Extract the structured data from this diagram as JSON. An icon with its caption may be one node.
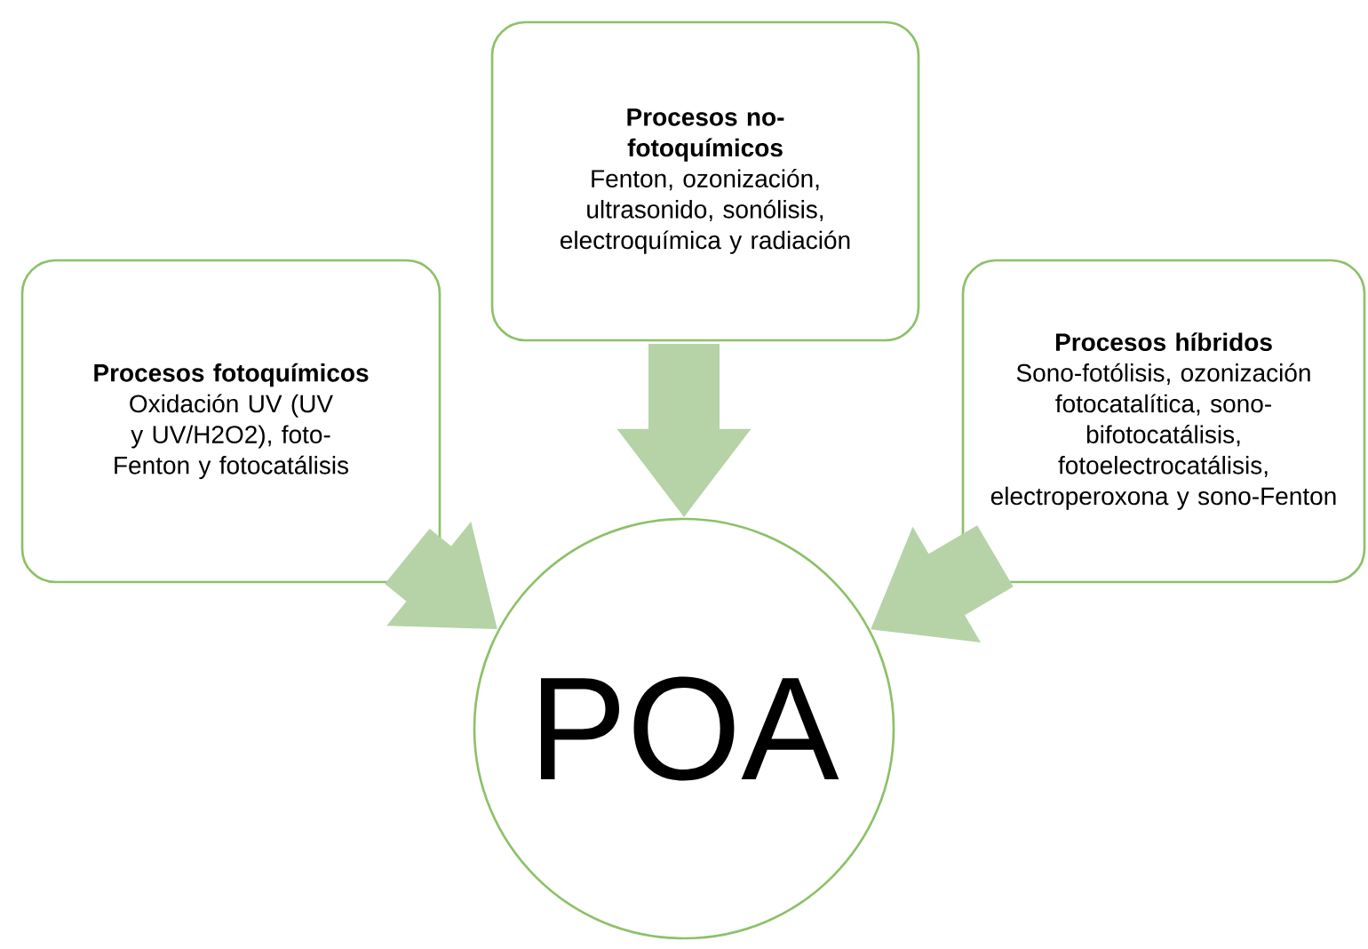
{
  "diagram": {
    "nodes": [
      {
        "text": [
          "Procesos no-fotoquímicos",
          "Fenton, ozonización, ultrasonido, sonólisis, electroquímica y radiación"
        ]
      },
      {
        "text": [
          "Procesos fotoquímicos",
          "Oxidación UV (UV y UV/H2O2), foto-Fenton y fotocatálisis"
        ]
      },
      {
        "text": [
          "Procesos híbridos",
          "Sono-fotólisis, ozonización fotocatalítica, sono-bifotocatálisis, fotoelectrocatálisis, electroperoxona y sono-Fenton"
        ]
      },
      {
        "text": [
          "POA"
        ]
      }
    ],
    "edges": [
      {
        "from": 0,
        "to": 3,
        "arrow": "to"
      },
      {
        "from": 1,
        "to": 3,
        "arrow": "to"
      },
      {
        "from": 2,
        "to": 3,
        "arrow": "to"
      }
    ]
  }
}
